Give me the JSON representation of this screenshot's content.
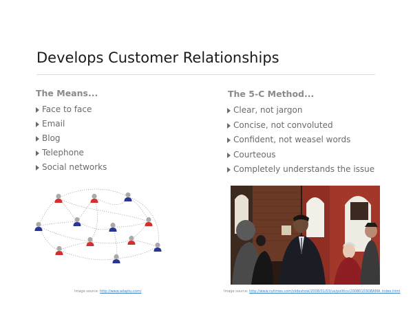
{
  "slide": {
    "title": "Develops Customer Relationships",
    "means": {
      "heading": "The Means...",
      "items": [
        "Face to face",
        "Email",
        "Blog",
        "Telephone",
        "Social networks"
      ]
    },
    "five_c": {
      "heading": "The 5-C Method...",
      "items": [
        "Clear, not jargon",
        "Concise, not convoluted",
        "Confident, not weasel words",
        "Courteous",
        "Completely understands the issue"
      ]
    },
    "captions": {
      "left_prefix": "Image source: ",
      "left_link": "http://www.adaptu.com/",
      "right_prefix": "Image source: ",
      "right_link": "http://www.nytimes.com/slideshow/2008/01/03/us/politics/20080103OBAMA_index.html"
    }
  },
  "colors": {
    "person_red": "#d32f2f",
    "person_blue": "#283593",
    "person_head": "#a9a9a9"
  },
  "icons": {
    "bullet": "triangle-right-icon",
    "network_nodes": "person-icon"
  }
}
